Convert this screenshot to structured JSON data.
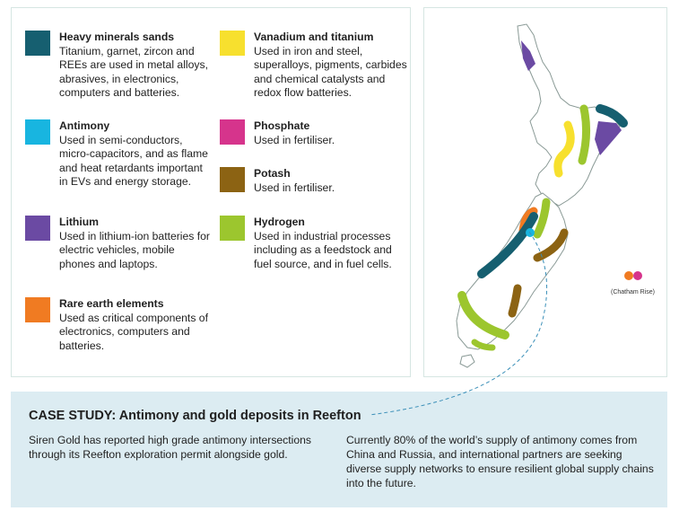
{
  "legend": {
    "items": [
      {
        "key": "heavy",
        "title": "Heavy minerals sands",
        "desc": "Titanium, garnet, zircon and REEs are used in metal alloys, abrasives, in electronics, computers and batteries.",
        "color": "#165f70"
      },
      {
        "key": "antimony",
        "title": "Antimony",
        "desc": "Used in semi-conductors, micro-capacitors, and as flame and heat retardants important in EVs and energy storage.",
        "color": "#18b5e0"
      },
      {
        "key": "lithium",
        "title": "Lithium",
        "desc": "Used in lithium-ion batteries for electric vehicles, mobile phones and laptops.",
        "color": "#6b4aa3"
      },
      {
        "key": "ree",
        "title": "Rare earth elements",
        "desc": "Used as critical components of electronics, computers and batteries.",
        "color": "#f07b22"
      },
      {
        "key": "vanadium",
        "title": "Vanadium and titanium",
        "desc": "Used in iron and steel, superalloys, pigments, carbides and chemical catalysts and redox flow batteries.",
        "color": "#f7e02e"
      },
      {
        "key": "phosphate",
        "title": "Phosphate",
        "desc": "Used in fertiliser.",
        "color": "#d6348c"
      },
      {
        "key": "potash",
        "title": "Potash",
        "desc": "Used in fertiliser.",
        "color": "#8c6313"
      },
      {
        "key": "hydrogen",
        "title": "Hydrogen",
        "desc": "Used in industrial processes including as a feedstock and fuel source, and in fuel cells.",
        "color": "#9cc62e"
      }
    ]
  },
  "map": {
    "chatham_label": "(Chatham Rise)",
    "outline_color": "#8a9a96"
  },
  "case_study": {
    "title": "CASE STUDY: Antimony and gold deposits in Reefton",
    "left_text": "Siren Gold has reported high grade antimony intersections through its Reefton exploration permit alongside gold.",
    "right_text": "Currently 80% of the world’s supply of antimony comes from China and Russia, and international partners are seeking diverse supply networks to ensure resilient global supply chains into the future.",
    "background": "#dcecf2"
  }
}
